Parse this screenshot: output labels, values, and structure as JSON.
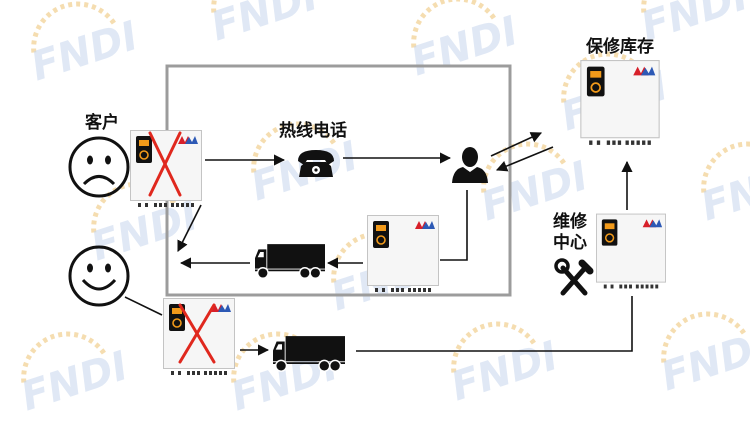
{
  "labels": {
    "customer": "客户",
    "hotline": "热线电话",
    "spare_stock": "保修库存",
    "repair_center_line1": "维修",
    "repair_center_line2": "中心"
  },
  "watermark": {
    "text": "FNDI",
    "color": "#c7d6ee",
    "sun_color": "#f5ddb0"
  },
  "colors": {
    "line": "#111111",
    "box_border": "#9c9c9c",
    "reject_cross": "#e0281e",
    "device_body": "#f6f6f6",
    "panel": "#111111",
    "panel_accent": "#f29a1a"
  },
  "icons": {
    "unhappy_customer": "sad-face-icon",
    "happy_customer": "smiley-face-icon",
    "hotline": "telephone-icon",
    "agent": "person-icon",
    "repair_center": "tools-icon",
    "transport": "truck-icon"
  }
}
